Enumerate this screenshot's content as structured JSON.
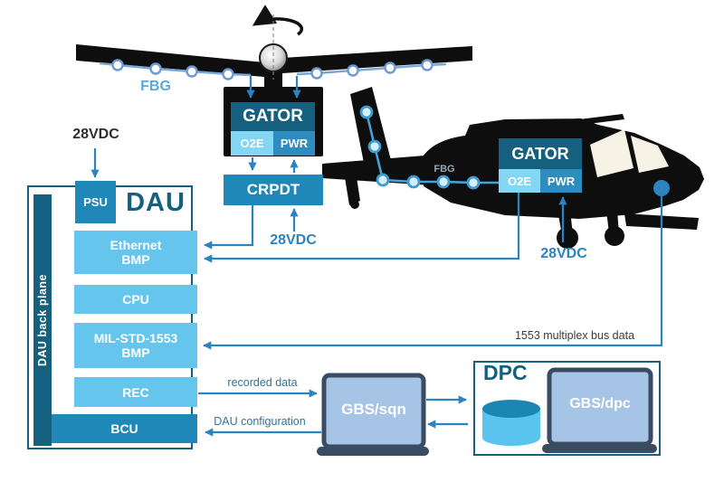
{
  "diagram": {
    "power_labels": {
      "dau": "28VDC",
      "crpdt": "28VDC",
      "helicopter": "28VDC"
    },
    "fbg": {
      "rotor_label": "FBG",
      "helicopter_label": "FBG"
    },
    "rotor_gator": {
      "title": "GATOR",
      "o2e": "O2E",
      "pwr": "PWR"
    },
    "crpdt_label": "CRPDT",
    "heli_gator": {
      "title": "GATOR",
      "o2e": "O2E",
      "pwr": "PWR"
    },
    "dau": {
      "title": "DAU",
      "backplane": "DAU back plane",
      "psu": "PSU",
      "ethernet": "Ethernet\nBMP",
      "cpu": "CPU",
      "mil1553": "MIL-STD-1553\nBMP",
      "rec": "REC",
      "bcu": "BCU"
    },
    "flows": {
      "recorded_data": "recorded data",
      "dau_configuration": "DAU configuration",
      "bus_1553": "1553 multiplex bus data"
    },
    "ground": {
      "gbs_sqn": "GBS/sqn",
      "dpc_title": "DPC",
      "gbs_dpc": "GBS/dpc"
    },
    "colors": {
      "accent_arrow": "#2b84c0",
      "dark_teal": "#15607e",
      "medium_blue": "#2087b9",
      "light_blue": "#66c5ec",
      "o2e_blue": "#84d6f5",
      "silhouette_black": "#0e0e0e",
      "laptop_screen": "#a6c4e6",
      "laptop_frame": "#3a4c63",
      "db_light": "#5ac4ee",
      "db_dark": "#1b86b4"
    }
  }
}
